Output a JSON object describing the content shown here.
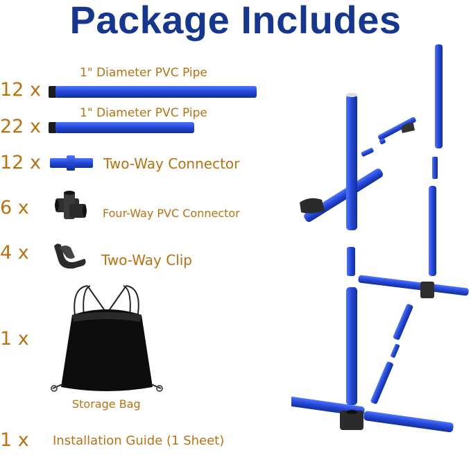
{
  "title": "Package Includes",
  "items": [
    {
      "qty": "12 x",
      "label": "1\" Diameter PVC Pipe",
      "icon": "long-pvc-pipe-icon"
    },
    {
      "qty": "22 x",
      "label": "1\" Diameter PVC Pipe",
      "icon": "short-pvc-pipe-icon"
    },
    {
      "qty": "12 x",
      "label": "Two-Way Connector",
      "icon": "two-way-connector-icon"
    },
    {
      "qty": "6 x",
      "label": "Four-Way PVC Connector",
      "icon": "four-way-connector-icon"
    },
    {
      "qty": "4 x",
      "label": "Two-Way Clip",
      "icon": "two-way-clip-icon"
    },
    {
      "qty": "1 x",
      "label": "Storage Bag",
      "icon": "drawstring-bag-icon"
    },
    {
      "qty": "1 x",
      "label": "Installation Guide (1 Sheet)",
      "icon": ""
    }
  ],
  "colors": {
    "title": "#15378f",
    "text": "#b8710f",
    "pipe": "#2f55e0",
    "connector": "#2b2b2b"
  }
}
